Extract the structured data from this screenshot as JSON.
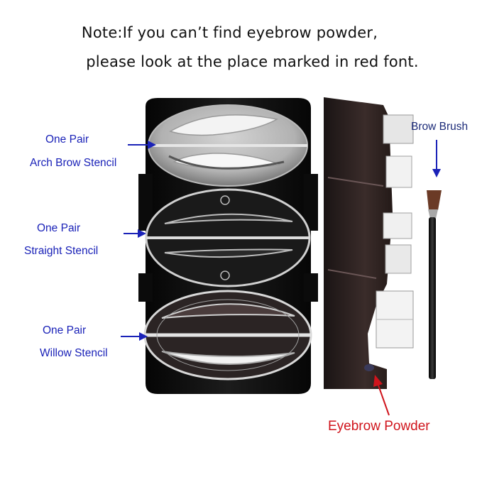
{
  "note": {
    "line1": "Note:If you can’t find eyebrow powder,",
    "line2": "please look at the place marked in red font."
  },
  "labels": {
    "arch": {
      "line1": "One Pair",
      "line2": "Arch Brow Stencil"
    },
    "straight": {
      "line1": "One  Pair",
      "line2": "Straight Stencil"
    },
    "willow": {
      "line1": "One Pair",
      "line2": "Willow Stencil"
    },
    "brush": "Brow Brush",
    "powder": "Eyebrow Powder"
  },
  "colors": {
    "label_blue": "#1a22b8",
    "label_red": "#d0141c",
    "case_dark": "#111111",
    "case_side": "#2a2020"
  }
}
